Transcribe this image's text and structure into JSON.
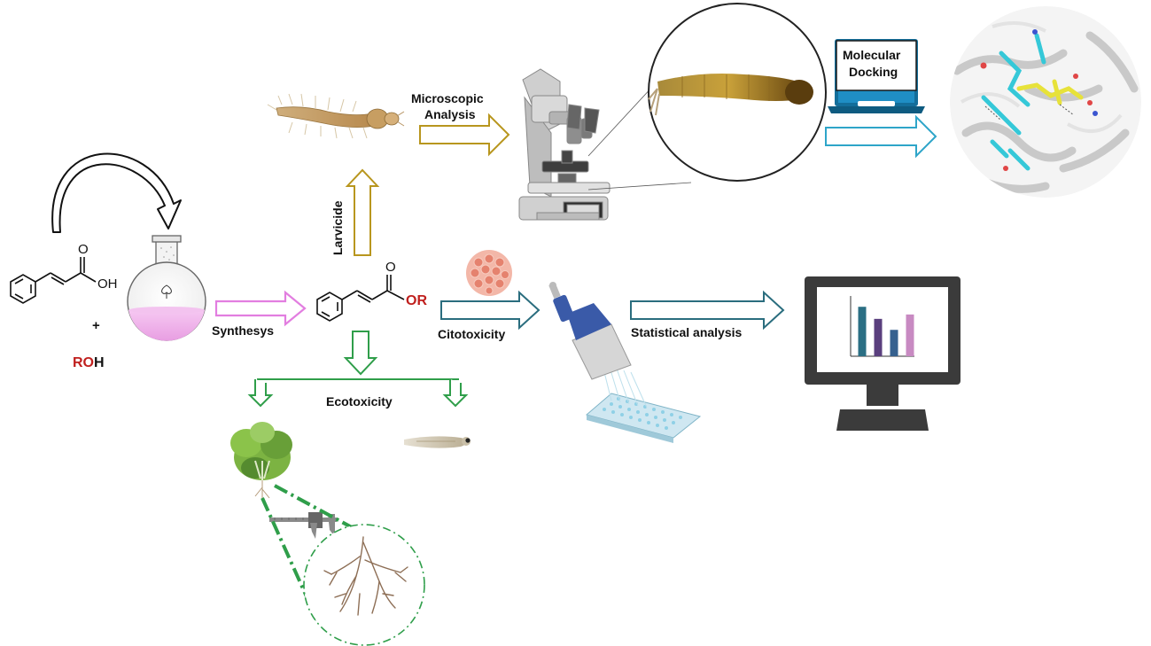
{
  "labels": {
    "microscopic_line1": "Microscopic",
    "microscopic_line2": "Analysis",
    "molecular_line1": "Molecular",
    "molecular_line2": "Docking",
    "larvicide": "Larvicide",
    "synthesys": "Synthesys",
    "citotoxicity": "Citotoxicity",
    "statistical": "Statistical analysis",
    "ecotoxicity": "Ecotoxicity"
  },
  "chemistry": {
    "acid_oh": "OH",
    "acid_o": "O",
    "plus": "+",
    "roh_r": "RO",
    "roh_h": "H",
    "ester_o": "O",
    "ester_or": "OR"
  },
  "chart_data": {
    "type": "bar",
    "categories": [
      "",
      "",
      "",
      ""
    ],
    "values": [
      0.9,
      0.68,
      0.48,
      0.76
    ],
    "ylim": [
      0,
      1
    ],
    "colors": [
      "#2b6f84",
      "#5a3f7e",
      "#36618f",
      "#c88ac2"
    ]
  },
  "colors": {
    "synthesis_arrow": "#e27ee0",
    "larvicide_arrow": "#b8961e",
    "citotox_arrow": "#2a6d7e",
    "docking_arrow": "#2ea5c9",
    "ecotox_green": "#2f9e4a"
  }
}
